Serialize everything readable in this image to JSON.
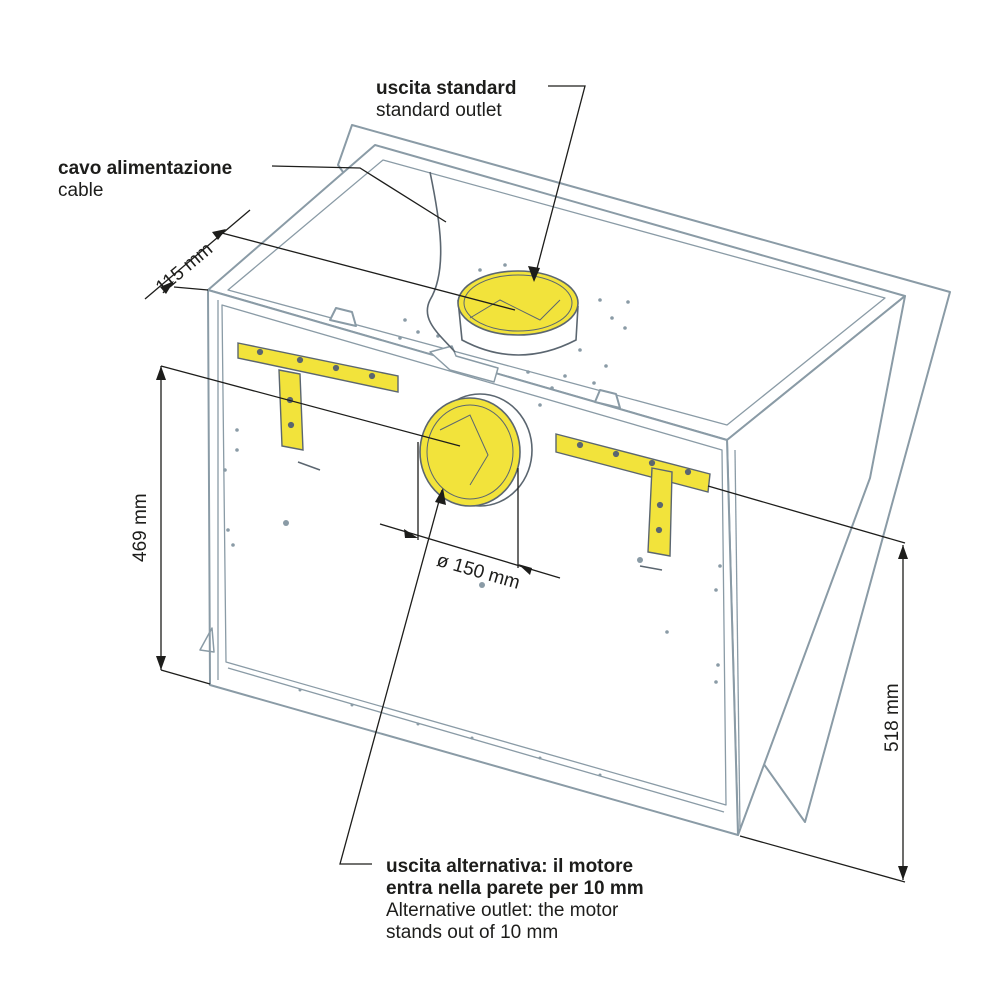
{
  "colors": {
    "outline": "#8a9ba6",
    "line": "#1d1d1b",
    "accent_yellow": "#f2e33b",
    "bracket_dark": "#5b6670"
  },
  "labels": {
    "standard_outlet": {
      "it": "uscita standard",
      "en": "standard outlet"
    },
    "cable": {
      "it": "cavo alimentazione",
      "en": "cable"
    },
    "alternative_outlet": {
      "it_line1": "uscita alternativa: il motore",
      "it_line2": "entra nella parete per 10 mm",
      "en_line1": "Alternative outlet: the motor",
      "en_line2": "stands out of 10 mm"
    }
  },
  "dimensions": {
    "depth": "115 mm",
    "height_front": "469 mm",
    "height_total": "518 mm",
    "diameter": "ø 150 mm"
  }
}
